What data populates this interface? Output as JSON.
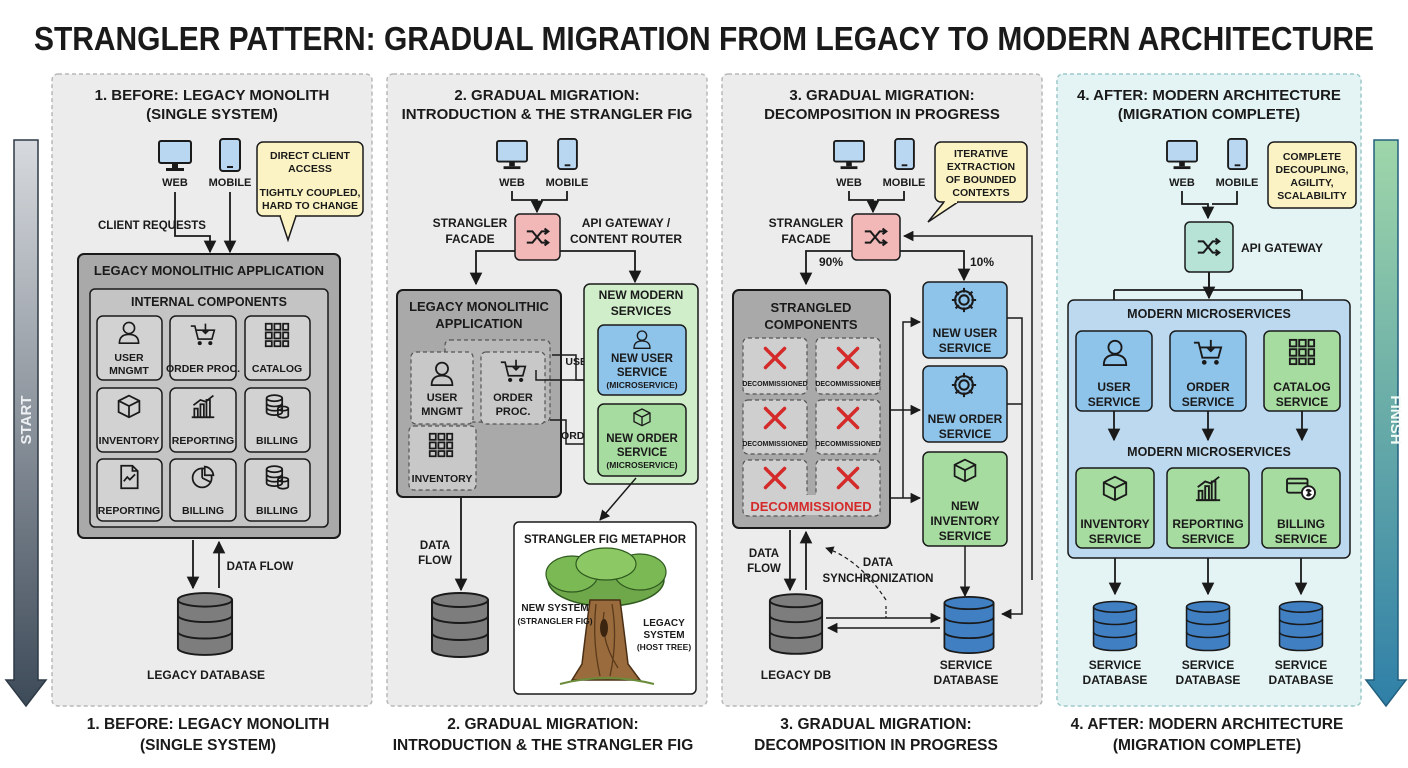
{
  "title": "STRANGLER PATTERN: GRADUAL MIGRATION FROM LEGACY TO MODERN ARCHITECTURE",
  "start_label": "START",
  "finish_label": "FINISH",
  "panel1": {
    "heading": [
      "1. BEFORE: LEGACY MONOLITH",
      "(SINGLE SYSTEM)"
    ],
    "footer": [
      "1. BEFORE: LEGACY MONOLITH",
      "(SINGLE SYSTEM)"
    ],
    "web": "WEB",
    "mobile": "MOBILE",
    "note": [
      "DIRECT CLIENT",
      "ACCESS",
      "TIGHTLY COUPLED,",
      "HARD TO CHANGE"
    ],
    "client_requests": "CLIENT REQUESTS",
    "app_title": "LEGACY MONOLITHIC APPLICATION",
    "internal_title": "INTERNAL COMPONENTS",
    "components": [
      [
        "USER",
        "MNGMT"
      ],
      [
        "ORDER PROC."
      ],
      [
        "CATALOG"
      ],
      [
        "INVENTORY"
      ],
      [
        "REPORTING"
      ],
      [
        "BILLING"
      ],
      [
        "REPORTING"
      ],
      [
        "BILLING"
      ],
      [
        "BILLING"
      ]
    ],
    "data_flow": "DATA FLOW",
    "db_label": "LEGACY DATABASE"
  },
  "panel2": {
    "heading": [
      "2. GRADUAL MIGRATION:",
      "INTRODUCTION & THE STRANGLER FIG"
    ],
    "footer": [
      "2. GRADUAL MIGRATION:",
      "INTRODUCTION & THE STRANGLER FIG"
    ],
    "web": "WEB",
    "mobile": "MOBILE",
    "facade": [
      "STRANGLER",
      "FACADE"
    ],
    "gateway": [
      "API GATEWAY /",
      "CONTENT ROUTER"
    ],
    "legacy_title": [
      "LEGACY MONOLITHIC",
      "APPLICATION"
    ],
    "user_mngmt": [
      "USER",
      "MNGMT"
    ],
    "order_proc": [
      "ORDER",
      "PROC."
    ],
    "inventory": "INVENTORY",
    "new_title": [
      "NEW MODERN",
      "SERVICES"
    ],
    "new_user": [
      "NEW USER",
      "SERVICE",
      "(MICROSERVICE)"
    ],
    "new_order": [
      "NEW ORDER",
      "SERVICE",
      "(MICROSERVICE)"
    ],
    "route_user": "USER",
    "route_order": "ORDER",
    "data_flow": [
      "DATA",
      "FLOW"
    ],
    "metaphor_title": "STRANGLER FIG METAPHOR",
    "new_system": [
      "NEW SYSTEM",
      "(STRANGLER FIG)"
    ],
    "legacy_system": [
      "LEGACY",
      "SYSTEM",
      "(HOST TREE)"
    ]
  },
  "panel3": {
    "heading": [
      "3. GRADUAL MIGRATION:",
      "DECOMPOSITION IN PROGRESS"
    ],
    "footer": [
      "3. GRADUAL MIGRATION:",
      "DECOMPOSITION IN PROGRESS"
    ],
    "web": "WEB",
    "mobile": "MOBILE",
    "note": [
      "ITERATIVE",
      "EXTRACTION",
      "OF BOUNDED",
      "CONTEXTS"
    ],
    "facade": [
      "STRANGLER",
      "FACADE"
    ],
    "pct_legacy": "90%",
    "pct_new": "10%",
    "strangled_title": [
      "STRANGLED",
      "COMPONENTS"
    ],
    "decom_cells": [
      "DECOMMISSIONED",
      "DECOMMISSIONEB",
      "DECOMMISSIONED",
      "DECOMMISSIONED"
    ],
    "decom_big": "DECOMMISSIONED",
    "new_user": [
      "NEW USER",
      "SERVICE"
    ],
    "new_order": [
      "NEW ORDER",
      "SERVICE"
    ],
    "new_inventory": [
      "NEW",
      "INVENTORY",
      "SERVICE"
    ],
    "data_flow": [
      "DATA",
      "FLOW"
    ],
    "sync": [
      "DATA",
      "SYNCHRONIZATION"
    ],
    "legacy_db": "LEGACY DB",
    "service_db": [
      "SERVICE",
      "DATABASE"
    ]
  },
  "panel4": {
    "heading": [
      "4. AFTER: MODERN ARCHITECTURE",
      "(MIGRATION COMPLETE)"
    ],
    "footer": [
      "4. AFTER: MODERN ARCHITECTURE",
      "(MIGRATION COMPLETE)"
    ],
    "web": "WEB",
    "mobile": "MOBILE",
    "note": [
      "COMPLETE",
      "DECOUPLING,",
      "AGILITY,",
      "SCALABILITY"
    ],
    "gateway": "API GATEWAY",
    "micro_title": "MODERN MICROSERVICES",
    "micro_title2": "MODERN MICROSERVICES",
    "row1": [
      [
        "USER",
        "SERVICE"
      ],
      [
        "ORDER",
        "SERVICE"
      ],
      [
        "CATALOG",
        "SERVICE"
      ]
    ],
    "row2": [
      [
        "INVENTORY",
        "SERVICE"
      ],
      [
        "REPORTING",
        "SERVICE"
      ],
      [
        "BILLING",
        "SERVICE"
      ]
    ],
    "dbs": [
      [
        "SERVICE",
        "DATABASE"
      ],
      [
        "SERVICE",
        "DATABASE"
      ],
      [
        "SERVICE",
        "DATABASE"
      ]
    ]
  },
  "colors": {
    "legacy_gray": "#a9a9a9",
    "facade_red": "#f2b8b8",
    "new_green": "#cfeec9",
    "service_blue": "#8ec3ea",
    "db_blue": "#3f7fc2",
    "note_yellow": "#fbf3c4",
    "modern_bg": "#e4f3f3",
    "decom_red": "#d42a2a"
  }
}
